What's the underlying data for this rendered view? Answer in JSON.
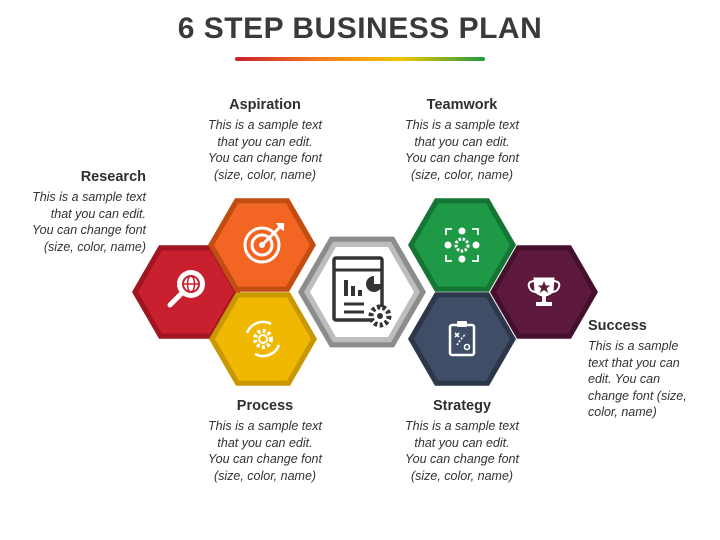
{
  "title": "6 STEP BUSINESS PLAN",
  "steps": {
    "research": {
      "heading": "Research",
      "text": [
        "This is a sample text",
        "that you can edit.",
        "You can change font",
        "(size, color, name)"
      ]
    },
    "aspiration": {
      "heading": "Aspiration",
      "text": [
        "This is a sample text",
        "that you can edit.",
        "You can change font",
        "(size, color, name)"
      ]
    },
    "teamwork": {
      "heading": "Teamwork",
      "text": [
        "This is a sample text",
        "that you can edit.",
        "You can change font",
        "(size, color, name)"
      ]
    },
    "success": {
      "heading": "Success",
      "text": [
        "This is a sample",
        "text that you can",
        "edit. You can",
        "change font (size,",
        "color, name)"
      ]
    },
    "process": {
      "heading": "Process",
      "text": [
        "This is a sample text",
        "that you can edit.",
        "You can change font",
        "(size, color, name)"
      ]
    },
    "strategy": {
      "heading": "Strategy",
      "text": [
        "This is a sample text",
        "that you can edit.",
        "You can change font",
        "(size, color, name)"
      ]
    }
  },
  "colors": {
    "research": "#c8202f",
    "aspiration": "#f26522",
    "process": "#f0b800",
    "teamwork": "#1e9a46",
    "strategy": "#3f4e66",
    "success": "#5e1a3e",
    "center": "#9a9a9a"
  },
  "icons": {
    "research": "magnifier-globe-icon",
    "aspiration": "target-arrow-icon",
    "process": "gear-cycle-icon",
    "teamwork": "team-gear-icon",
    "strategy": "strategy-board-icon",
    "success": "trophy-icon",
    "center": "report-gear-icon"
  }
}
